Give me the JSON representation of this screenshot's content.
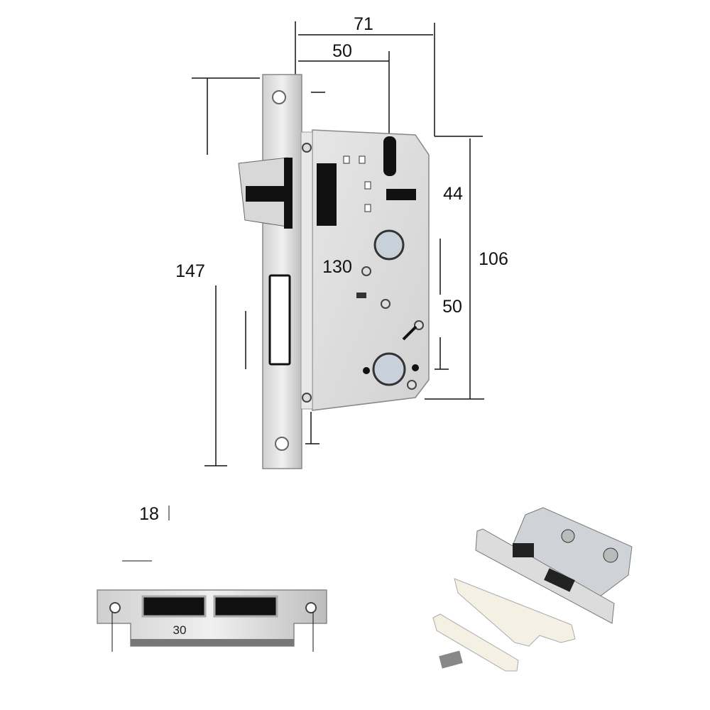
{
  "dimensions": {
    "top_width": "71",
    "top_inner_width": "50",
    "upper_height": "44",
    "case_height": "106",
    "faceplate_height": "147",
    "center_distance": "130",
    "lower_distance": "50",
    "strike_thickness": "18",
    "strike_label": "30"
  },
  "colors": {
    "steel": "#dcdcdc",
    "steel_dark": "#a9a9a9",
    "black": "#111111",
    "plastic": "#f4f0e4"
  }
}
